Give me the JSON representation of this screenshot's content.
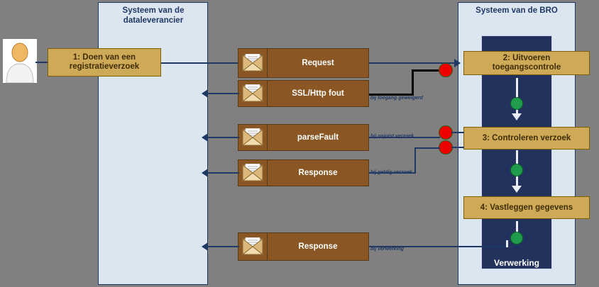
{
  "diagram": {
    "title": "BRO registratieverzoek proces",
    "colors": {
      "lane_fill": "#dce6f1",
      "lane_border": "#1f3864",
      "activity_fill": "#cda958",
      "activity_border": "#7f6000",
      "message_fill": "#8a5724",
      "message_border": "#5b3a18",
      "navy_band": "#22325c",
      "connector": "#1f3864",
      "dot_red": "#ee0000",
      "dot_green": "#1f9d4d",
      "canvas_bg": "#808080"
    }
  },
  "lanes": [
    {
      "id": "dataleverancier",
      "title": "Systeem van de dataleverancier"
    },
    {
      "id": "bro",
      "title": "Systeem van de BRO"
    }
  ],
  "actor": {
    "name": "actor-person"
  },
  "activities": [
    {
      "id": "a1",
      "label": "1: Doen van een registratieverzoek"
    },
    {
      "id": "a2",
      "label": "2: Uitvoeren toegangscontrole"
    },
    {
      "id": "a3",
      "label": "3:  Controleren verzoek"
    },
    {
      "id": "a4",
      "label": "4: Vastleggen gegevens"
    }
  ],
  "process_band": {
    "label": "Verwerking"
  },
  "messages": [
    {
      "id": "m1",
      "label": "Request",
      "icon": "envelope-icon"
    },
    {
      "id": "m2",
      "label": "SSL/Http fout",
      "icon": "envelope-icon"
    },
    {
      "id": "m3",
      "label": "parseFault",
      "icon": "envelope-icon"
    },
    {
      "id": "m4",
      "label": "Response",
      "icon": "envelope-icon"
    },
    {
      "id": "m5",
      "label": "Response",
      "icon": "envelope-icon"
    }
  ],
  "annotations": [
    {
      "id": "an1",
      "text": "bij toegang geweigerd"
    },
    {
      "id": "an2",
      "text": "bij onjuist verzoek"
    },
    {
      "id": "an3",
      "text": "bij geldig verzoek"
    },
    {
      "id": "an4",
      "text": "bij verwerking"
    }
  ],
  "status_dots": [
    {
      "id": "d1",
      "type": "red",
      "name": "status-dot-red-access"
    },
    {
      "id": "d2",
      "type": "red",
      "name": "status-dot-red-invalid"
    },
    {
      "id": "d3",
      "type": "red",
      "name": "status-dot-red-valid"
    },
    {
      "id": "g1",
      "type": "green",
      "name": "status-dot-green-access-ok"
    },
    {
      "id": "g2",
      "type": "green",
      "name": "status-dot-green-check-ok"
    },
    {
      "id": "g3",
      "type": "green",
      "name": "status-dot-green-store-ok"
    }
  ]
}
